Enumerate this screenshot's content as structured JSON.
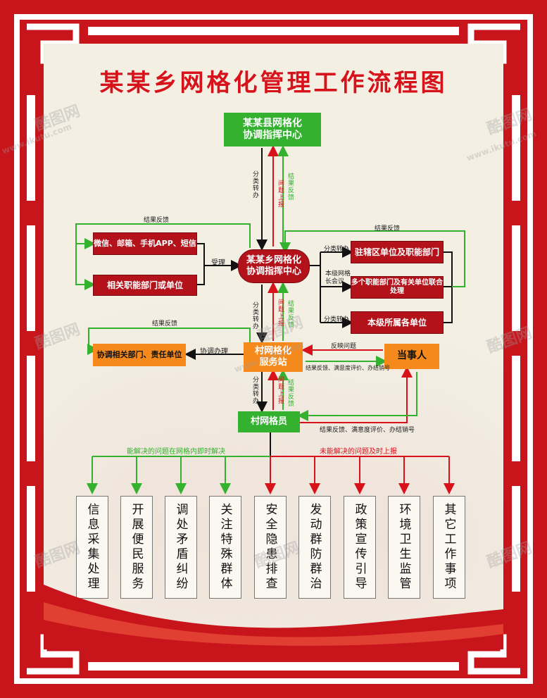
{
  "title": "某某乡网格化管理工作流程图",
  "nodes": {
    "county_center": "某某县网格化\n协调指挥中心",
    "township_center": "某某乡网格化\n协调指挥中心",
    "intake_channels": "微信、邮箱、手机APP、短信",
    "related_depts": "相关职能部门或单位",
    "stationed_units": "驻辖区单位及职能部门",
    "joint_meeting": "多个职能部门及有关单位联合处理",
    "subordinate_units": "本级所属各单位",
    "coordinate_depts": "协调相关部门、责任单位",
    "village_station": "村网格化\n服务站",
    "party": "当事人",
    "grid_member": "村网格员"
  },
  "labels": {
    "classify_transfer": "分类转办",
    "issue_report": "问题上报",
    "result_feedback": "结果反馈",
    "accept": "受理",
    "grid_leader_meeting": "本级网格\n长会议",
    "coordinate_handle": "协调办理",
    "report_issue": "反映问题",
    "feedback_eval": "结果反馈、满意度评价、办结销号",
    "solve_inside": "能解决的问题在网格内即时解决",
    "report_up": "未能解决的问题及时上报"
  },
  "tasks": [
    "信息采集处理",
    "开展便民服务",
    "调处矛盾纠纷",
    "关注特殊群体",
    "安全隐患排查",
    "发动群防群治",
    "政策宣传引导",
    "环境卫生监管",
    "其它工作事项"
  ],
  "watermark": {
    "brand": "酷图网",
    "url": "www.ikutu.com"
  },
  "colors": {
    "frame": "#c8141b",
    "green": "#33b12f",
    "red_node": "#b3121a",
    "orange": "#f5891c",
    "red_line": "#d8121a",
    "green_line": "#33b12f"
  }
}
